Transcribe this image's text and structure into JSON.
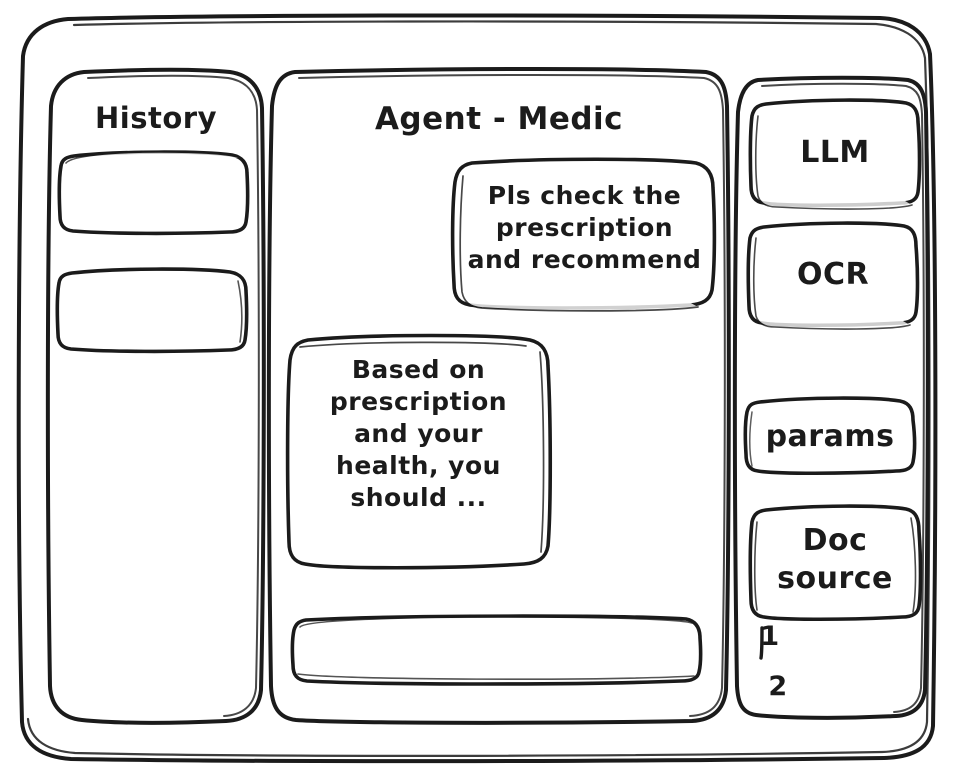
{
  "meta": {
    "style": "hand-drawn wireframe sketch",
    "ink_color": "#1b1b1b",
    "background_color": "#ffffff"
  },
  "window": {
    "frame_label": "app-window"
  },
  "sidebar_left": {
    "title": "History",
    "items": [
      {
        "label": "",
        "name": "history-item-1"
      },
      {
        "label": "",
        "name": "history-item-2"
      }
    ]
  },
  "main": {
    "title": "Agent - Medic",
    "messages": [
      {
        "role": "user",
        "align": "right",
        "text": "Pls check the\nprescription\nand recommend"
      },
      {
        "role": "assistant",
        "align": "left",
        "text": "Based on\nprescription\nand your\nhealth, you\nshould ..."
      }
    ],
    "composer": {
      "value": "",
      "placeholder": ""
    }
  },
  "sidebar_right": {
    "tools": [
      {
        "label": "LLM",
        "name": "tool-llm"
      },
      {
        "label": "OCR",
        "name": "tool-ocr"
      },
      {
        "label": "params",
        "name": "tool-params"
      },
      {
        "label": "Doc\nsource",
        "name": "tool-doc-source"
      }
    ],
    "doc_sources": [
      {
        "label": "1"
      },
      {
        "label": "2"
      }
    ]
  }
}
